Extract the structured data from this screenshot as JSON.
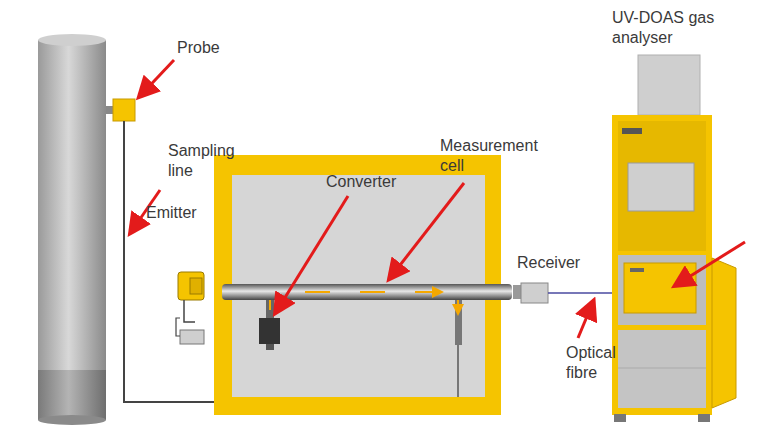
{
  "diagram": {
    "labels": [
      "Probe",
      "UV-DOAS gas analyser",
      "Sampling line",
      "Converter",
      "Measurement cell",
      "Emitter",
      "Receiver",
      "Optical fibre"
    ]
  }
}
